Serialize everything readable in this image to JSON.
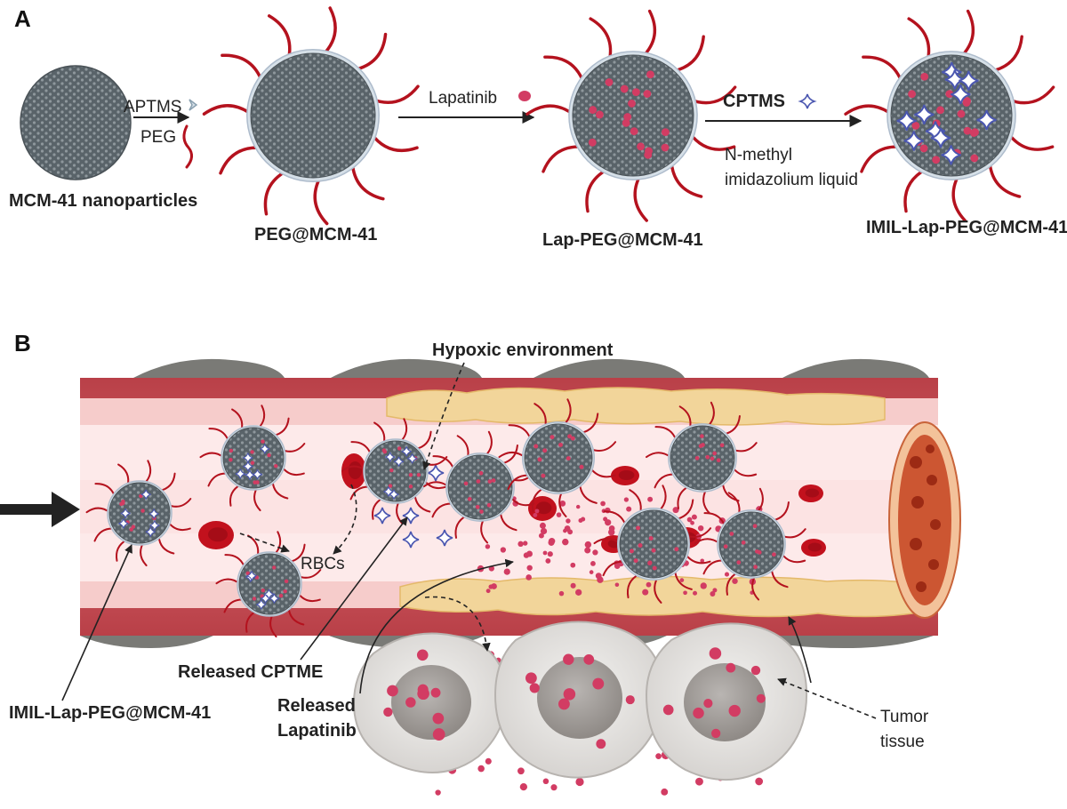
{
  "colors": {
    "silica": "#596369",
    "pore": "#8e979c",
    "peg": "#b4121e",
    "shell": "#d6e0e8",
    "drug": "#d23c63",
    "cptms": "#4a56b0",
    "vessel_outer": "#c9545a",
    "vessel_inner": "#f9dcda",
    "lumen": "#fdeaea",
    "endothelium": "#7a7a76",
    "plaque": "#f2d59a",
    "rbc": "#c2111d",
    "tumor": "#e7e5e3"
  },
  "panel_a": {
    "letter": "A",
    "steps": [
      {
        "name": "MCM-41 nanoparticles"
      },
      {
        "name": "PEG@MCM-41"
      },
      {
        "name": "Lap-PEG@MCM-41"
      },
      {
        "name": "IMIL-Lap-PEG@MCM-41"
      }
    ],
    "reagents": {
      "step1_top": "APTMS",
      "step1_bottom": "PEG",
      "step2": "Lapatinib",
      "step3_top": "CPTMS",
      "step3_bottom_line1": "N-methyl",
      "step3_bottom_line2": "imidazolium liquid"
    }
  },
  "panel_b": {
    "letter": "B",
    "labels": {
      "hypoxic": "Hypoxic environment",
      "rbcs": "RBCs",
      "released_cptme": "Released CPTME",
      "released_lap_line1": "Released",
      "released_lap_line2": "Lapatinib",
      "particle": "IMIL-Lap-PEG@MCM-41",
      "tumor_line1": "Tumor",
      "tumor_line2": "tissue"
    }
  }
}
